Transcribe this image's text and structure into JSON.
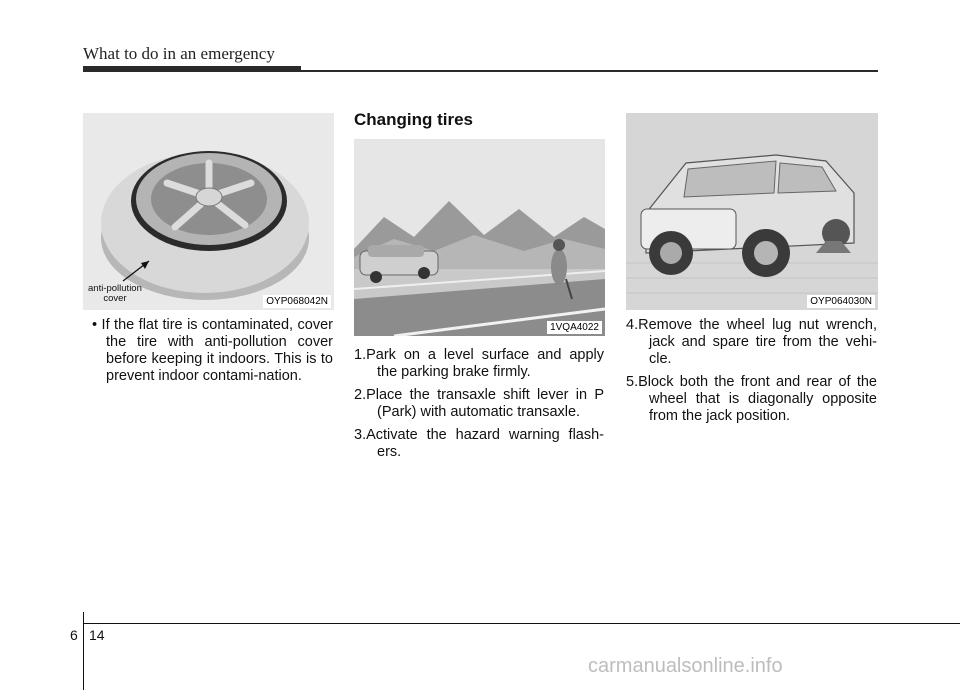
{
  "header": {
    "title": "What to do in an emergency"
  },
  "figure1": {
    "code": "OYP068042N",
    "label_line1": "anti-pollution",
    "label_line2": "cover"
  },
  "bullet": {
    "text": "If the flat tire is contaminated, cover the tire with anti-pollution cover before keeping it indoors. This is to prevent indoor contami-nation."
  },
  "section": {
    "title": "Changing tires"
  },
  "figure2": {
    "code": "1VQA4022"
  },
  "figure3": {
    "code": "OYP064030N"
  },
  "steps": [
    "1.Park on a level surface and apply the parking brake firmly.",
    "2.Place the transaxle shift lever in P (Park) with automatic transaxle.",
    "3.Activate the hazard warning flash-ers.",
    "4.Remove the wheel lug nut wrench, jack and spare tire from the vehi-cle.",
    "5.Block both the front and rear of the wheel that is diagonally opposite from the jack position."
  ],
  "footer": {
    "chapter": "6",
    "page": "14",
    "watermark": "carmanualsonline.info"
  }
}
